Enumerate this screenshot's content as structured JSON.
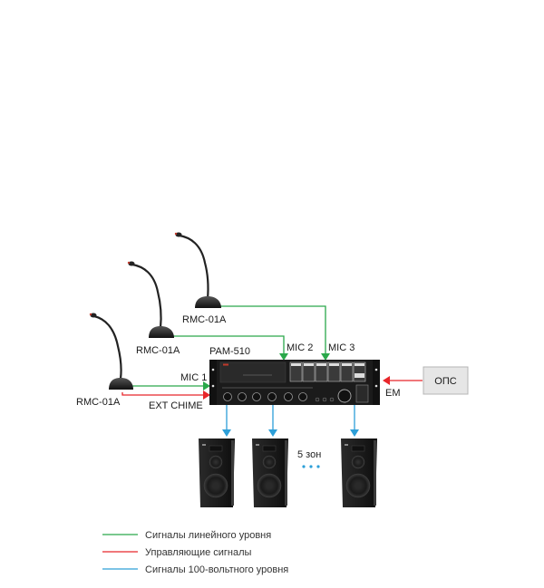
{
  "colors": {
    "line_level": "#2aa84a",
    "control": "#e8262a",
    "speaker_line": "#2d9fd8",
    "ops_box_fill": "#e6e6e6",
    "ops_box_border": "#b5b5b5",
    "device_body": "#1b1b1b"
  },
  "microphones": [
    {
      "model": "RMC-01A",
      "connects_to": "MIC 1"
    },
    {
      "model": "RMC-01A",
      "connects_to": "MIC 2"
    },
    {
      "model": "RMC-01A",
      "connects_to": "MIC 3"
    }
  ],
  "amplifier": {
    "model": "PAM-510",
    "inputs": {
      "mic1": "MIC 1",
      "mic2": "MIC 2",
      "mic3": "MIC 3",
      "chime": "EXT CHIME",
      "em": "EM"
    }
  },
  "ops": {
    "label": "ОПС"
  },
  "zones": {
    "label": "5 зон",
    "ellipsis": "• • •",
    "speakers_shown": 3
  },
  "legend": [
    {
      "key": "line_level",
      "label": "Сигналы линейного уровня"
    },
    {
      "key": "control",
      "label": "Управляющие сигналы"
    },
    {
      "key": "speaker_line",
      "label": "Сигналы 100-вольтного уровня"
    }
  ]
}
